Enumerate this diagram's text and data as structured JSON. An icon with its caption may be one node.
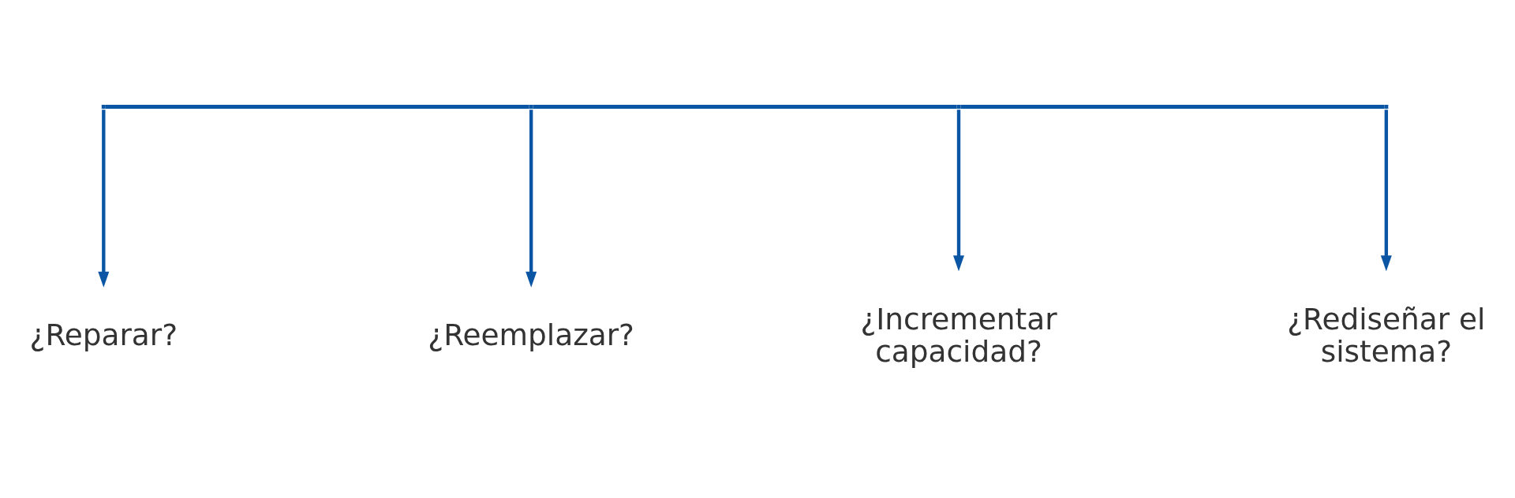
{
  "diagram": {
    "nodes": [
      {
        "text": [],
        "shape": "bar"
      },
      {
        "text": [
          "¿Reparar?"
        ]
      },
      {
        "text": [
          "¿Reemplazar?"
        ]
      },
      {
        "text": [
          "¿Incrementar capacidad?"
        ]
      },
      {
        "text": [
          "¿Rediseñar el sistema?"
        ]
      }
    ],
    "edges": [
      {
        "from": 0,
        "to": 1,
        "arrow": "to"
      },
      {
        "from": 0,
        "to": 2,
        "arrow": "to"
      },
      {
        "from": 0,
        "to": 3,
        "arrow": "to"
      },
      {
        "from": 0,
        "to": 4,
        "arrow": "to"
      }
    ]
  }
}
